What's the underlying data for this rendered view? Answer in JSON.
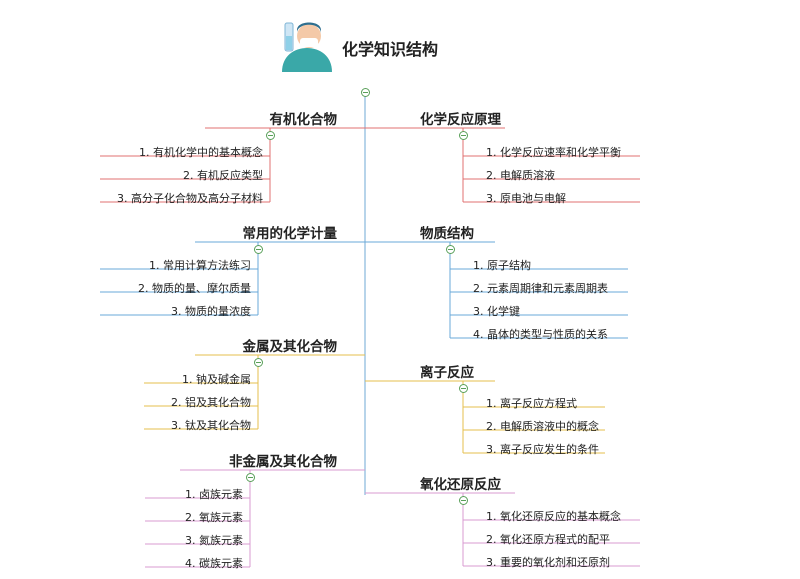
{
  "title": "化学知识结构",
  "colors": {
    "center": "#6fa8d6",
    "red": "#e07070",
    "blue": "#6aa8d8",
    "gold": "#e5bf4e",
    "pink": "#d89bd2"
  },
  "icons": {
    "avatar": "scientist-avatar-icon",
    "collapse": "collapse-toggle-icon"
  },
  "left": [
    {
      "label": "有机化合物",
      "items": [
        "1. 有机化学中的基本概念",
        "2. 有机反应类型",
        "3. 高分子化合物及高分子材料"
      ]
    },
    {
      "label": "常用的化学计量",
      "items": [
        "1. 常用计算方法练习",
        "2. 物质的量、摩尔质量",
        "3. 物质的量浓度"
      ]
    },
    {
      "label": "金属及其化合物",
      "items": [
        "1. 钠及碱金属",
        "2. 铝及其化合物",
        "3. 钛及其化合物"
      ]
    },
    {
      "label": "非金属及其化合物",
      "items": [
        "1. 卤族元素",
        "2. 氧族元素",
        "3. 氮族元素",
        "4. 碳族元素"
      ]
    }
  ],
  "right": [
    {
      "label": "化学反应原理",
      "items": [
        "1. 化学反应速率和化学平衡",
        "2. 电解质溶液",
        "3. 原电池与电解"
      ]
    },
    {
      "label": "物质结构",
      "items": [
        "1. 原子结构",
        "2. 元素周期律和元素周期表",
        "3. 化学键",
        "4. 晶体的类型与性质的关系"
      ]
    },
    {
      "label": "离子反应",
      "items": [
        "1. 离子反应方程式",
        "2. 电解质溶液中的概念",
        "3. 离子反应发生的条件"
      ]
    },
    {
      "label": "氧化还原反应",
      "items": [
        "1. 氧化还原反应的基本概念",
        "2. 氧化还原方程式的配平",
        "3. 重要的氧化剂和还原剂"
      ]
    }
  ]
}
